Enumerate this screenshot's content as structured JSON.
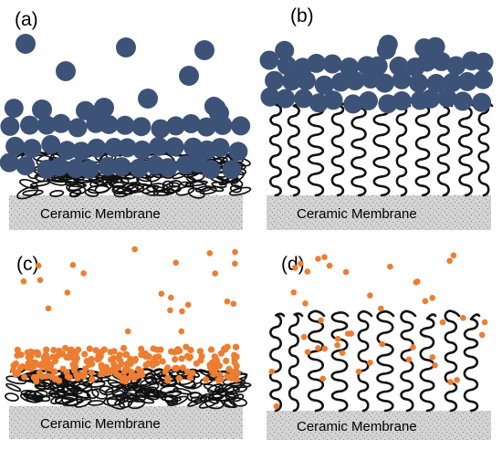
{
  "panels": [
    {
      "label": "(a)",
      "membrane_label": "Ceramic Membrane",
      "particle": "large",
      "layer": "collapsed"
    },
    {
      "label": "(b)",
      "membrane_label": "Ceramic Membrane",
      "particle": "large",
      "layer": "extended"
    },
    {
      "label": "(c)",
      "membrane_label": "Ceramic Membrane",
      "particle": "small",
      "layer": "collapsed"
    },
    {
      "label": "(d)",
      "membrane_label": "Ceramic Membrane",
      "particle": "small",
      "layer": "extended"
    }
  ],
  "colors": {
    "large_particle": "#3d5277",
    "small_particle": "#ed7d31",
    "membrane_fill": "#d2d2d2",
    "membrane_speckle": "#8e8e8e",
    "polymer": "#111111"
  }
}
